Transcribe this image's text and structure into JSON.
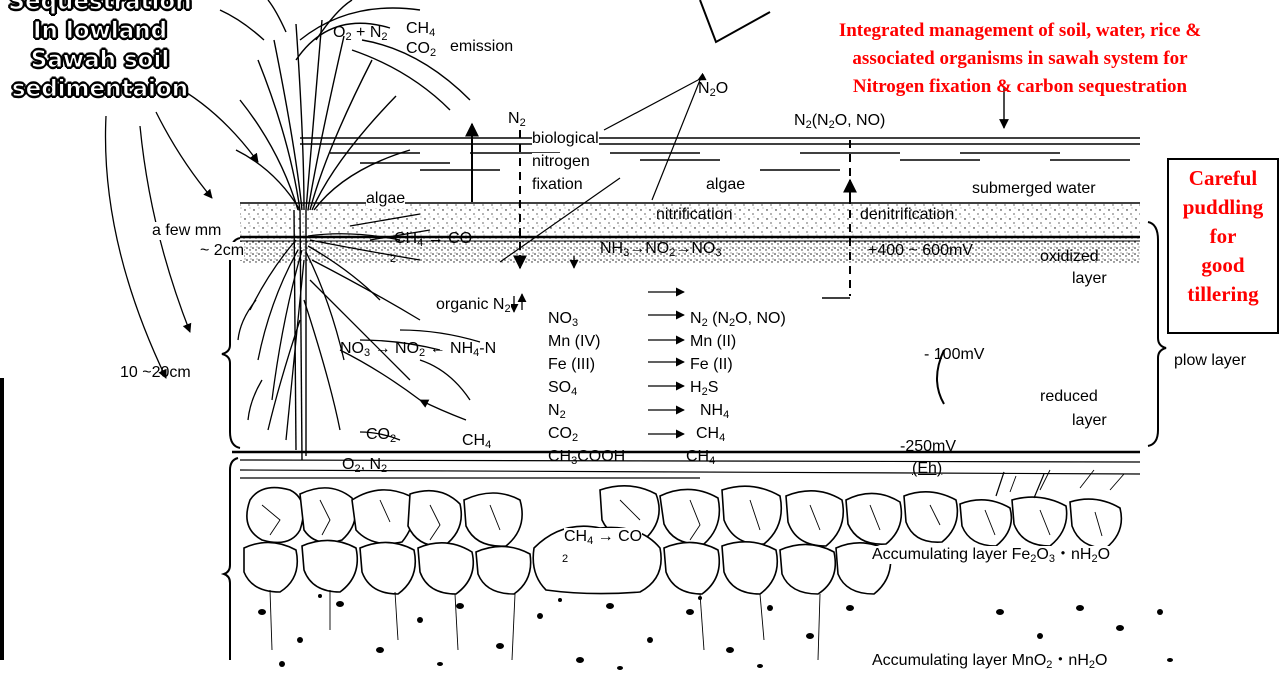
{
  "title_left": [
    "Sequestration",
    "In lowland",
    "Sawah soil",
    "sedimentaion"
  ],
  "red_note": [
    "Integrated management of soil, water, rice &",
    "associated organisms in sawah system for",
    "Nitrogen fixation & carbon sequestration"
  ],
  "careful_box": [
    "Careful",
    "puddling",
    "for",
    "good",
    "tillering"
  ],
  "gas": {
    "o2_n2": "O<sub>2</sub> + N<sub>2</sub>",
    "ch4_top": "CH<sub>4</sub>",
    "co2_top": "CO<sub>2</sub>",
    "emission": "emission",
    "n2o_top": "N<sub>2</sub>O",
    "n2_top": "N<sub>2</sub>",
    "n2_n2o_no": "N<sub>2</sub>(N<sub>2</sub>O, NO)"
  },
  "labels": {
    "bnf_1": "biological",
    "bnf_2": "nitrogen",
    "bnf_3": "fixation",
    "algae_left": "algae",
    "algae_mid": "algae",
    "submerged_water": "submerged water",
    "nitrification": "nitrification",
    "denitrification": "denitrification",
    "a_few_mm": "a few mm",
    "two_cm": "~ 2cm",
    "ch4_co_top": "CH<sub>4</sub> → CO",
    "ch4_co_sub2": "2",
    "nh3_chain": "NH<sub>3</sub>→NO<sub>2</sub>→NO<sub>3</sub>",
    "eh_high": "+400 ~ 600mV",
    "oxidized_1": "oxidized",
    "oxidized_2": "layer",
    "organic_n2": "organic N<sub>2</sub>",
    "no3_chain": "NO<sub>3</sub> → NO<sub>2</sub> ← NH<sub>4</sub>-N",
    "ten_twenty": "10 ~20cm",
    "eh_mid": "- 100mV",
    "plow_layer": "plow layer",
    "reduced_1": "reduced",
    "reduced_2": "layer",
    "co2_low": "CO<sub>2</sub>",
    "ch4_low": "CH<sub>4</sub>",
    "eh_low": "-250mV",
    "eh_unit": "(Eh)",
    "o2_n2_low": "O<sub>2</sub>, N<sub>2</sub>",
    "ch4_co_deep": "CH<sub>4</sub> → CO",
    "ch4_co_deep_sub2": "2",
    "accum_fe": "Accumulating layer Fe<sub>2</sub>O<sub>3</sub>・nH<sub>2</sub>O",
    "accum_mn": "Accumulating layer MnO<sub>2</sub>・nH<sub>2</sub>O"
  },
  "redox_left": [
    "NO<sub>3</sub>",
    "Mn (IV)",
    "Fe (III)",
    "SO<sub>4</sub>",
    "N<sub>2</sub>",
    "CO<sub>2</sub>",
    "CH<sub>3</sub>COOH"
  ],
  "redox_right": [
    "N<sub>2</sub> (N<sub>2</sub>O, NO)",
    "Mn (II)",
    "Fe (II)",
    "H<sub>2</sub>S",
    "NH<sub>4</sub>",
    "CH<sub>4</sub>",
    "CH<sub>4</sub>"
  ],
  "colors": {
    "red": "#ff0000",
    "ink": "#000000",
    "background": "#ffffff"
  }
}
